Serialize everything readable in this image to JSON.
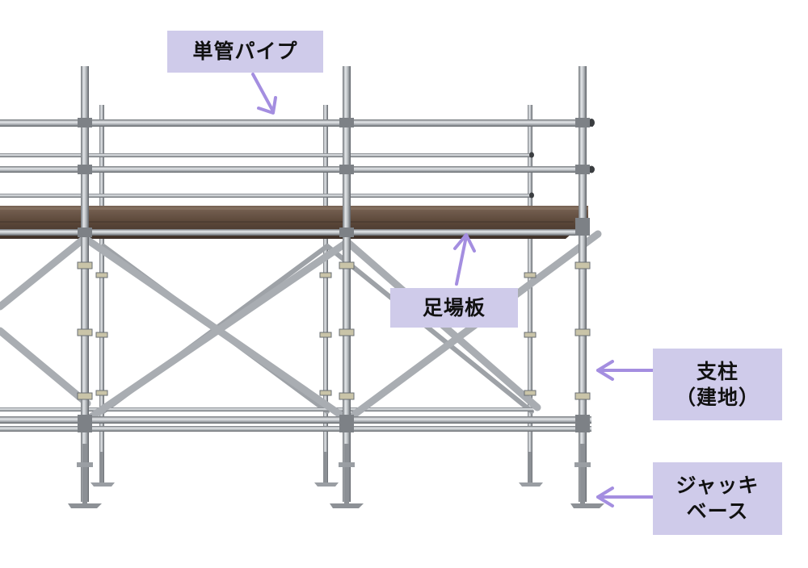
{
  "labels": {
    "single_pipe": "単管パイプ",
    "scaffold_board": "足場板",
    "post_line1": "支柱",
    "post_line2": "（建地）",
    "jack_base_line1": "ジャッキ",
    "jack_base_line2": "ベース"
  },
  "colors": {
    "label_background": "#cfcbea",
    "arrow": "#a48ee0",
    "pipe": "#a7abb0",
    "board": "#5e4a3d"
  }
}
